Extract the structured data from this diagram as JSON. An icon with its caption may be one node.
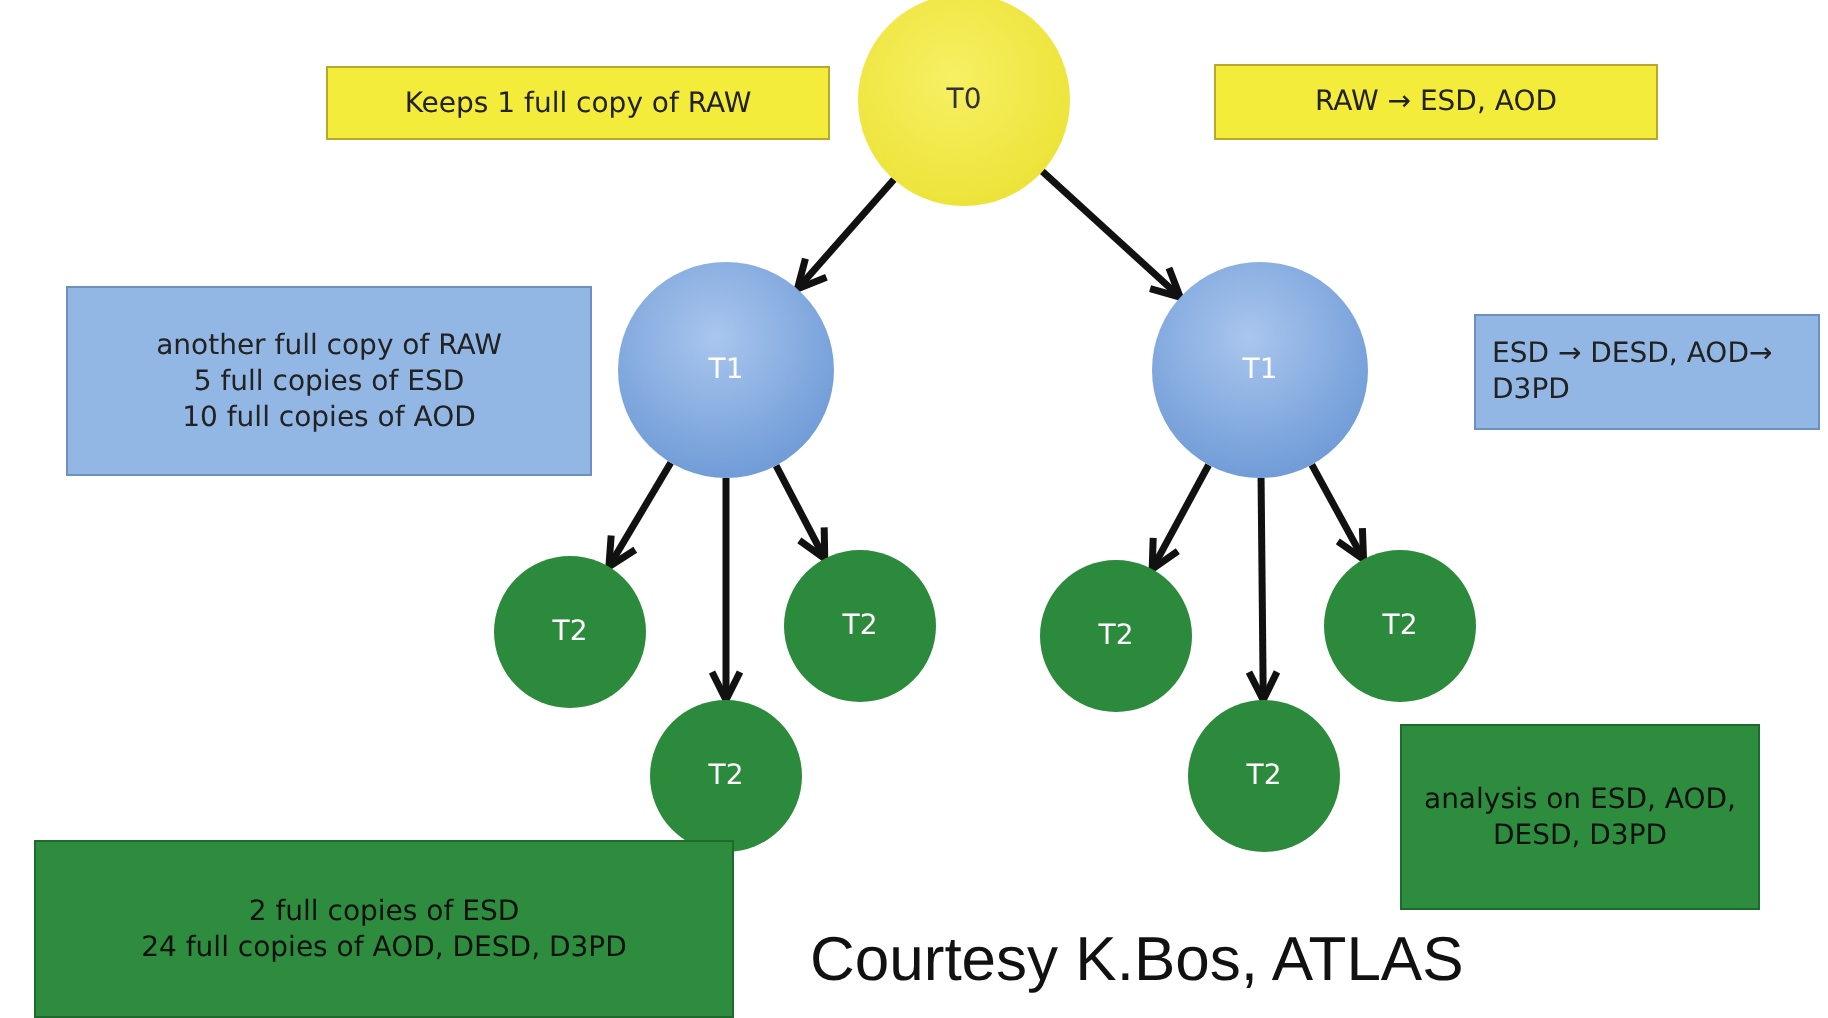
{
  "diagram": {
    "nodes": [
      {
        "text": [
          "Keeps 1 full copy of RAW"
        ]
      },
      {
        "text": [
          "T0"
        ]
      },
      {
        "text": [
          "RAW → ESD, AOD"
        ]
      },
      {
        "text": [
          "another full copy of RAW",
          "5 full copies of ESD",
          "10 full copies of AOD"
        ]
      },
      {
        "text": [
          "T1"
        ]
      },
      {
        "text": [
          "T1"
        ]
      },
      {
        "text": [
          "ESD → DESD, AOD→ D3PD"
        ]
      },
      {
        "text": [
          "T2"
        ]
      },
      {
        "text": [
          "T2"
        ]
      },
      {
        "text": [
          "T2"
        ]
      },
      {
        "text": [
          "T2"
        ]
      },
      {
        "text": [
          "T2"
        ]
      },
      {
        "text": [
          "T2"
        ]
      },
      {
        "text": [
          "analysis on ESD, AOD, DESD, D3PD"
        ]
      },
      {
        "text": [
          "2 full copies of ESD",
          "24 full copies of AOD, DESD, D3PD"
        ]
      }
    ],
    "edges": [
      {
        "from": 1,
        "to": 4,
        "arrow": "to"
      },
      {
        "from": 1,
        "to": 5,
        "arrow": "to"
      },
      {
        "from": 4,
        "to": 7,
        "arrow": "to"
      },
      {
        "from": 4,
        "to": 11,
        "arrow": "to"
      },
      {
        "from": 4,
        "to": 8,
        "arrow": "to"
      },
      {
        "from": 5,
        "to": 9,
        "arrow": "to"
      },
      {
        "from": 5,
        "to": 12,
        "arrow": "to"
      },
      {
        "from": 5,
        "to": 10,
        "arrow": "to"
      }
    ],
    "labels": [
      "Courtesy K.Bos, ATLAS"
    ]
  }
}
